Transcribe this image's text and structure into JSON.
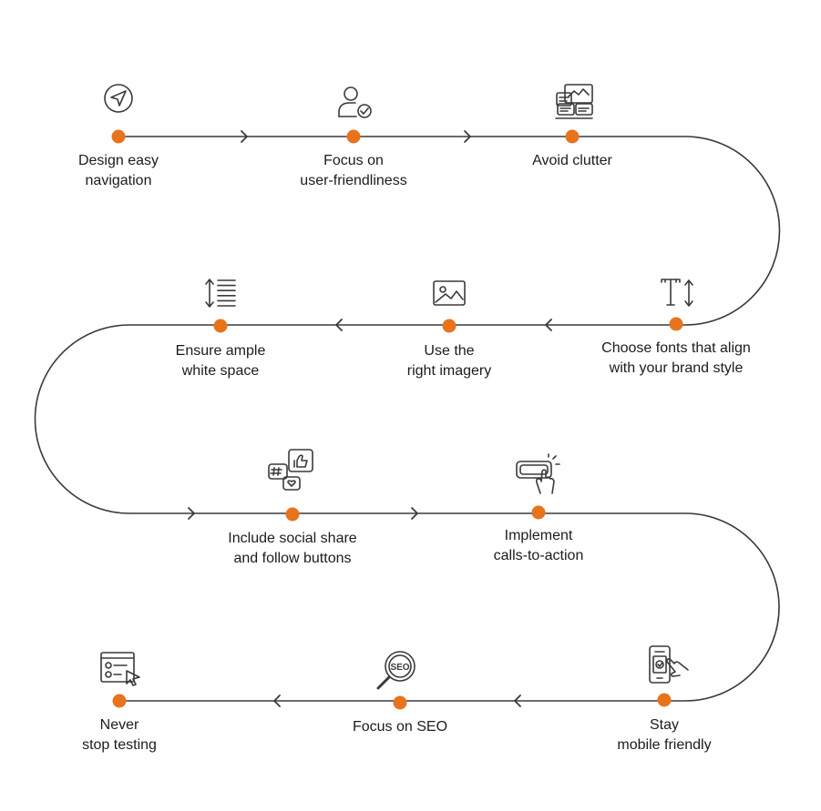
{
  "colors": {
    "path": "#3a3a3a",
    "dot": "#e8731d",
    "icon": "#3a3a3a",
    "text": "#1c1c1c"
  },
  "steps": [
    {
      "id": "design-easy-navigation",
      "lines": [
        "Design easy",
        "navigation"
      ],
      "icon": "navigation-arrow-icon"
    },
    {
      "id": "focus-on-user-friendliness",
      "lines": [
        "Focus on",
        "user-friendliness"
      ],
      "icon": "user-check-icon"
    },
    {
      "id": "avoid-clutter",
      "lines": [
        "Avoid clutter"
      ],
      "icon": "cluttered-screens-icon"
    },
    {
      "id": "choose-fonts",
      "lines": [
        "Choose fonts that align",
        "with your brand style"
      ],
      "icon": "text-size-icon"
    },
    {
      "id": "use-the-right-imagery",
      "lines": [
        "Use the",
        "right imagery"
      ],
      "icon": "image-icon"
    },
    {
      "id": "ensure-ample-white-space",
      "lines": [
        "Ensure ample",
        "white space"
      ],
      "icon": "line-spacing-icon"
    },
    {
      "id": "include-social-share",
      "lines": [
        "Include social share",
        "and follow buttons"
      ],
      "icon": "social-share-icon"
    },
    {
      "id": "implement-calls-to-action",
      "lines": [
        "Implement",
        "calls-to-action"
      ],
      "icon": "cta-button-click-icon"
    },
    {
      "id": "stay-mobile-friendly",
      "lines": [
        "Stay",
        "mobile friendly"
      ],
      "icon": "mobile-touch-icon"
    },
    {
      "id": "focus-on-seo",
      "lines": [
        "Focus on SEO"
      ],
      "icon": "seo-magnifier-icon"
    },
    {
      "id": "never-stop-testing",
      "lines": [
        "Never",
        "stop testing"
      ],
      "icon": "testing-checklist-icon"
    }
  ]
}
